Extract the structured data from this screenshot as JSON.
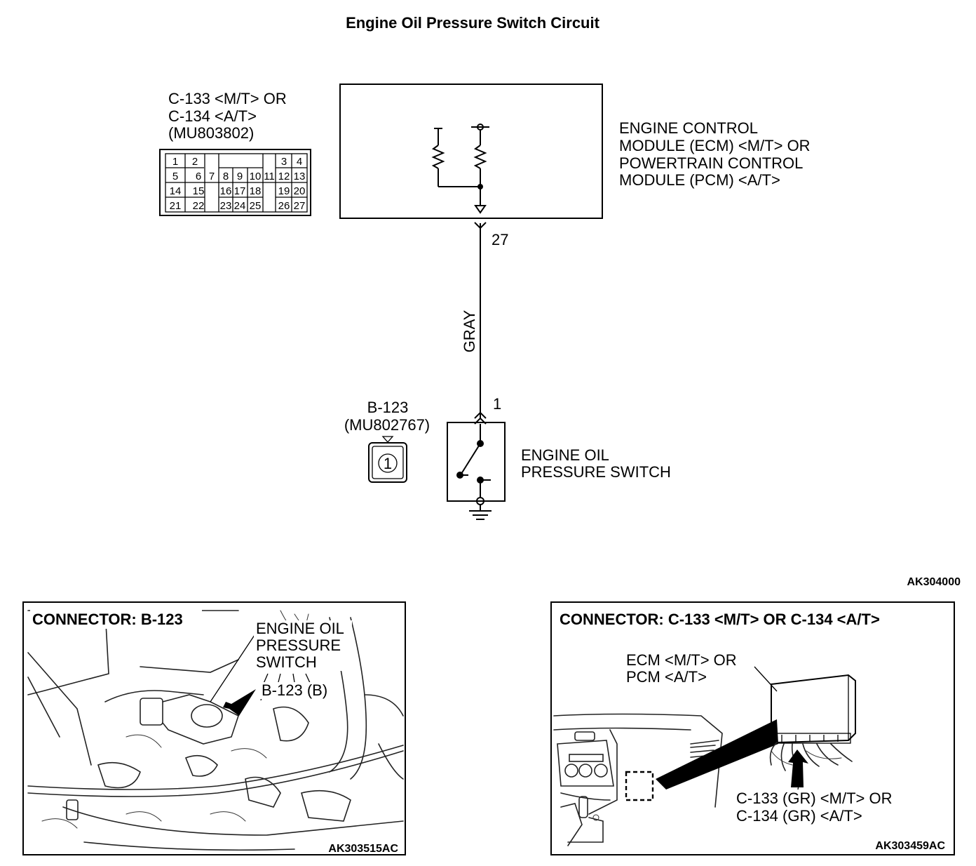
{
  "title": "Engine Oil Pressure Switch Circuit",
  "ecm_connector": {
    "label_lines": [
      "C-133 <M/T> OR",
      "C-134 <A/T>",
      "(MU803802)"
    ],
    "pins": [
      "1",
      "2",
      "3",
      "4",
      "5",
      "6",
      "7",
      "8",
      "9",
      "10",
      "11",
      "12",
      "13",
      "14",
      "15",
      "16",
      "17",
      "18",
      "19",
      "20",
      "21",
      "22",
      "23",
      "24",
      "25",
      "26",
      "27"
    ]
  },
  "ecm_module": {
    "label_lines": [
      "ENGINE CONTROL",
      "MODULE (ECM) <M/T> OR",
      "POWERTRAIN CONTROL",
      "MODULE (PCM) <A/T>"
    ]
  },
  "wire": {
    "color_label": "GRAY",
    "ecm_pin": "27",
    "switch_pin": "1"
  },
  "switch_connector": {
    "label_lines": [
      "B-123",
      "(MU802767)"
    ],
    "pin": "1"
  },
  "oil_switch": {
    "label_lines": [
      "ENGINE OIL",
      "PRESSURE SWITCH"
    ]
  },
  "diagram_id": "AK304000",
  "panel_left": {
    "title": "CONNECTOR: B-123",
    "callout_lines": [
      "ENGINE OIL",
      "PRESSURE",
      "SWITCH"
    ],
    "connector_callout": "B-123 (B)",
    "image_id": "AK303515AC"
  },
  "panel_right": {
    "title": "CONNECTOR: C-133 <M/T> OR C-134 <A/T>",
    "module_callout": [
      "ECM <M/T> OR",
      "PCM <A/T>"
    ],
    "connector_callout": [
      "C-133 (GR) <M/T> OR",
      "C-134 (GR) <A/T>"
    ],
    "image_id": "AK303459AC"
  }
}
